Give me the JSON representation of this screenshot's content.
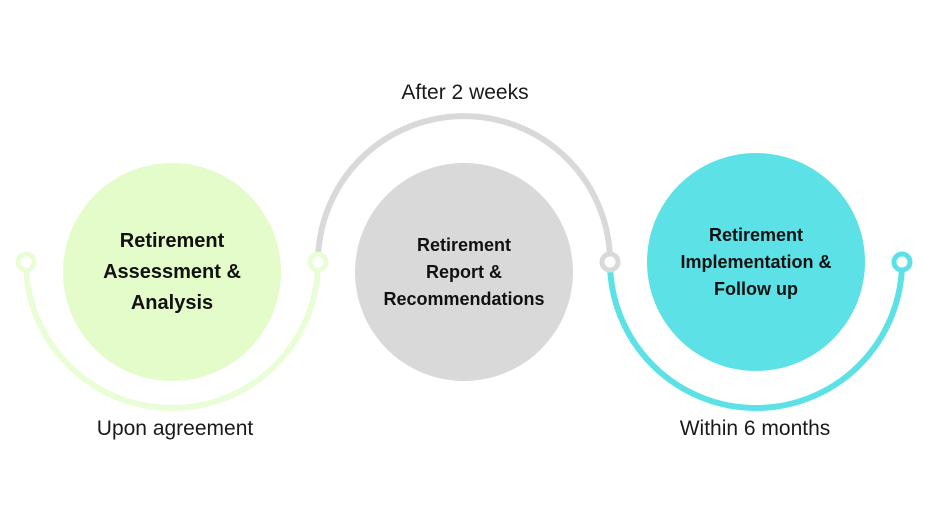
{
  "steps": [
    {
      "title": "Retirement\nAssessment &\nAnalysis",
      "timing": "Upon agreement",
      "color": "#e3fcc9",
      "arc_color": "#e9fdd6"
    },
    {
      "title": "Retirement\nReport &\nRecommendations",
      "timing": "After 2 weeks",
      "color": "#d9d9d9",
      "arc_color": "#d9d9d9"
    },
    {
      "title": "Retirement\nImplementation &\nFollow up",
      "timing": "Within 6 months",
      "color": "#5ce1e6",
      "arc_color": "#5ce1e6"
    }
  ],
  "colors": {
    "text": "#111111",
    "background": "#ffffff"
  }
}
